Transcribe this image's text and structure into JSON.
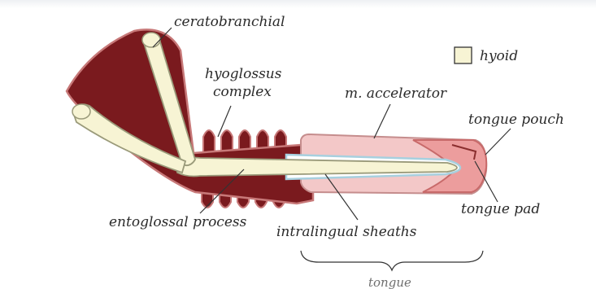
{
  "diagram": {
    "labels": {
      "ceratobranchial": "ceratobranchial",
      "hyoglossus_line1": "hyoglossus",
      "hyoglossus_line2": "complex",
      "m_accelerator": "m. accelerator",
      "tongue_pouch": "tongue pouch",
      "tongue_pad": "tongue pad",
      "entoglossal_process": "entoglossal process",
      "intralingual_sheaths": "intralingual sheaths",
      "tongue": "tongue"
    },
    "legend": {
      "hyoid": "hyoid"
    },
    "colors": {
      "muscle": "#7a1a1e",
      "muscle_outline": "#c77878",
      "hyoid": "#f7f4d4",
      "accelerator": "#f3c8c8",
      "tongue_pad": "#ec9d9d",
      "sheath": "#a7d0df"
    }
  }
}
